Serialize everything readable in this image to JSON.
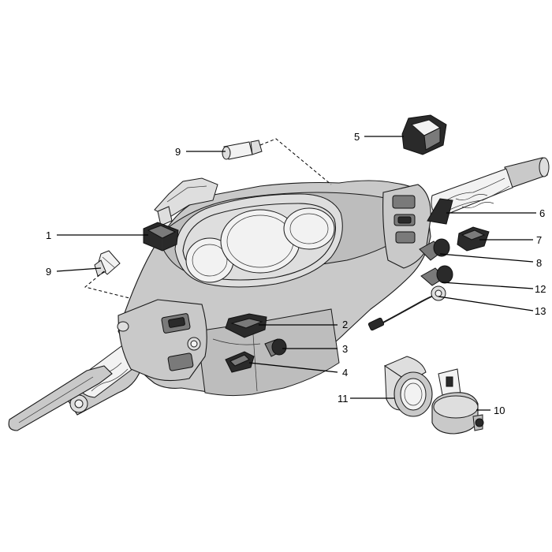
{
  "callouts": [
    {
      "id": "1",
      "label": "1"
    },
    {
      "id": "2",
      "label": "2"
    },
    {
      "id": "3",
      "label": "3"
    },
    {
      "id": "4",
      "label": "4"
    },
    {
      "id": "5",
      "label": "5"
    },
    {
      "id": "6",
      "label": "6"
    },
    {
      "id": "7",
      "label": "7"
    },
    {
      "id": "8",
      "label": "8"
    },
    {
      "id": "9a",
      "label": "9"
    },
    {
      "id": "9b",
      "label": "9"
    },
    {
      "id": "10",
      "label": "10"
    },
    {
      "id": "11",
      "label": "11"
    },
    {
      "id": "12",
      "label": "12"
    },
    {
      "id": "13",
      "label": "13"
    }
  ],
  "colors": {
    "line": "#1a1a1a",
    "body_fill": "#c9c9c9",
    "background": "#ffffff"
  }
}
